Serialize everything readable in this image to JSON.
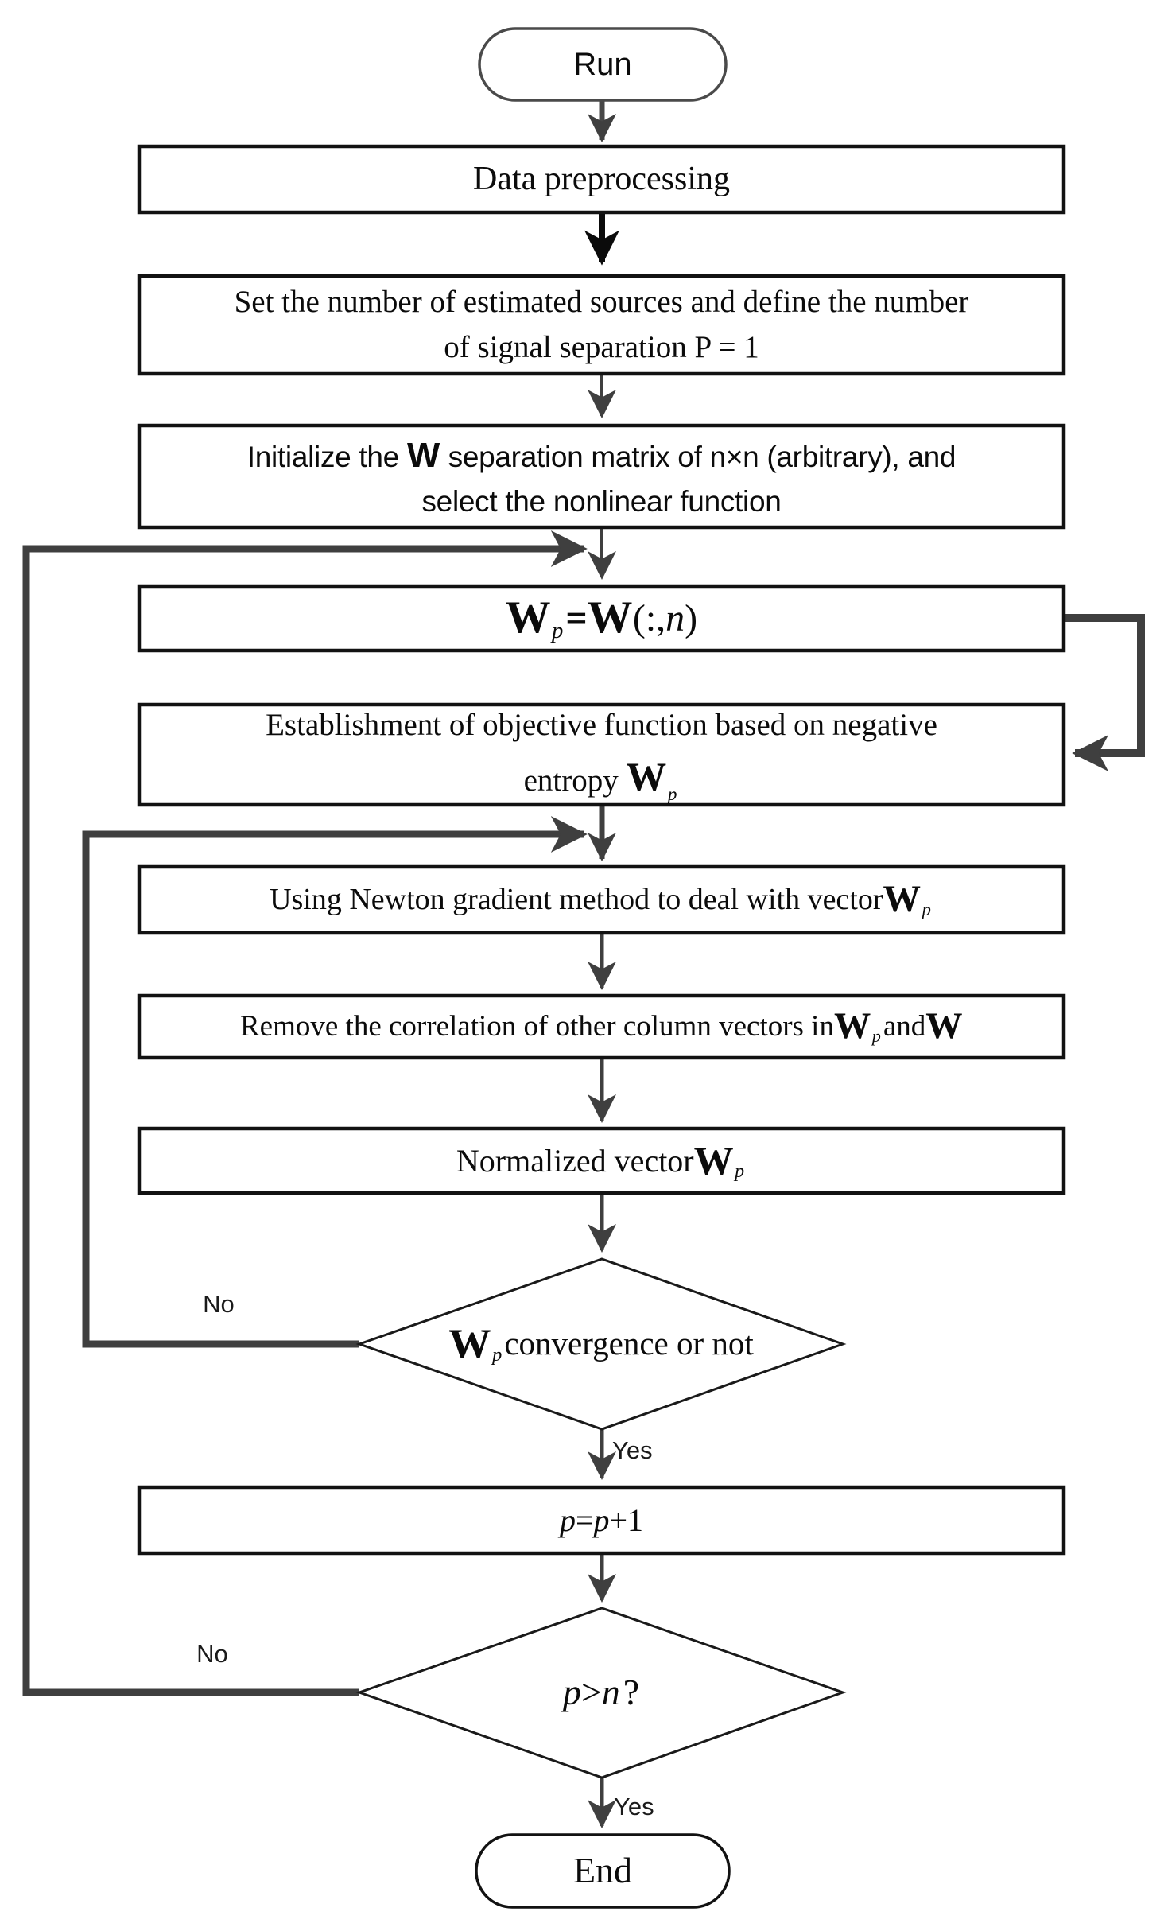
{
  "diagram": {
    "nodes": {
      "run": {
        "label": "Run"
      },
      "preprocess": {
        "label": "Data preprocessing"
      },
      "set_sources": {
        "line1": "Set the number of estimated sources and define the number",
        "line2": "of signal separation P = 1"
      },
      "initialize": {
        "line1_pre": "Initialize the ",
        "w": "W",
        "line1_post": " separation matrix of n×n (arbitrary), and",
        "line2": "select the nonlinear function"
      },
      "wp_assign": {
        "w1": "W",
        "sub1": "p",
        "eq": " = ",
        "w2": "W",
        "args_open": "(:, ",
        "n": "n",
        "args_close": ")"
      },
      "objective": {
        "line1": "Establishment of objective function based on negative",
        "line2_pre": "entropy ",
        "w": "W",
        "sub": "p"
      },
      "newton": {
        "pre": "Using Newton gradient method to deal with vector ",
        "w": "W",
        "sub": "p"
      },
      "decorrelate": {
        "pre": "Remove the correlation of other column vectors in ",
        "w1": "W",
        "sub1": "p",
        "mid": " and ",
        "w2": "W"
      },
      "normalize": {
        "pre": "Normalized vector ",
        "w": "W",
        "sub": "p"
      },
      "convergence": {
        "w": "W",
        "sub": "p",
        "post": " convergence or not"
      },
      "increment": {
        "p1": "p",
        "eq": "=",
        "p2": "p",
        "suffix": "+1"
      },
      "compare": {
        "p": "p",
        "op": " > ",
        "n": "n",
        "question": "?"
      },
      "end": {
        "label": "End"
      }
    },
    "edge_labels": {
      "convergence_no": "No",
      "convergence_yes": "Yes",
      "compare_no": "No",
      "compare_yes": "Yes"
    },
    "colors": {
      "connector_gray": "#3f3f3f",
      "arrow_black": "#0b0b0b",
      "shape_border": "#141414",
      "background": "#ffffff"
    }
  }
}
